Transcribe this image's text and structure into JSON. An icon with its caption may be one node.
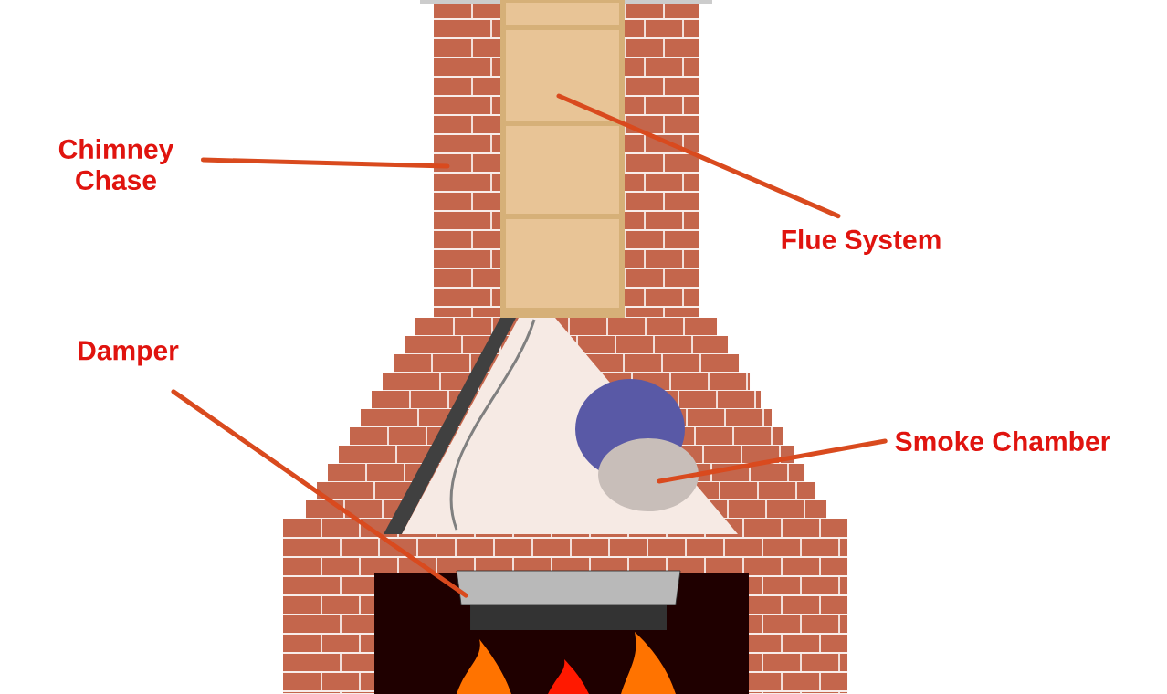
{
  "diagram": {
    "nodes": [
      {
        "text": [
          "Chimney Chase"
        ]
      },
      {
        "text": [
          "Flue System"
        ]
      },
      {
        "text": [
          "Damper"
        ]
      },
      {
        "text": [
          "Smoke Chamber"
        ]
      }
    ],
    "edges": [
      {
        "from": 0,
        "to": null,
        "arrow": "none"
      },
      {
        "from": 1,
        "to": null,
        "arrow": "none"
      },
      {
        "from": 2,
        "to": null,
        "arrow": "none"
      },
      {
        "from": 3,
        "to": null,
        "arrow": "none"
      }
    ]
  }
}
